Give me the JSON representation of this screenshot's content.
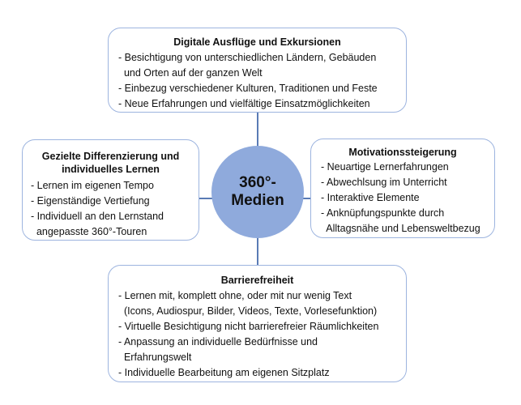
{
  "center": {
    "line1": "360°-",
    "line2": "Medien"
  },
  "top": {
    "title": "Digitale Ausflüge und Exkursionen",
    "items": [
      "- Besichtigung von unterschiedlichen Ländern, Gebäuden",
      "  und Orten auf der ganzen Welt",
      "- Einbezug verschiedener Kulturen, Traditionen und Feste",
      "- Neue Erfahrungen und vielfältige Einsatzmöglichkeiten"
    ]
  },
  "left": {
    "title1": "Gezielte Differenzierung und",
    "title2": "individuelles Lernen",
    "items": [
      "- Lernen im eigenen Tempo",
      "- Eigenständige Vertiefung",
      "- Individuell an den Lernstand",
      "  angepasste 360°-Touren"
    ]
  },
  "right": {
    "title": "Motivationssteigerung",
    "items": [
      "- Neuartige Lernerfahrungen",
      "- Abwechlsung im Unterricht",
      "- Interaktive Elemente",
      "- Anknüpfungspunkte durch",
      "  Alltagsnähe und Lebensweltbezug"
    ]
  },
  "bottom": {
    "title": "Barrierefreiheit",
    "items": [
      "- Lernen mit, komplett ohne, oder mit nur wenig Text",
      "  (Icons, Audiospur, Bilder, Videos, Texte, Vorlesefunktion)",
      "- Virtuelle Besichtigung nicht barrierefreier Räumlichkeiten",
      "- Anpassung an individuelle Bedürfnisse und",
      "  Erfahrungswelt",
      "- Individuelle Bearbeitung am eigenen Sitzplatz"
    ]
  },
  "colors": {
    "hub": "#8faadc",
    "border": "#9db4df",
    "connector": "#5a7bb5"
  }
}
